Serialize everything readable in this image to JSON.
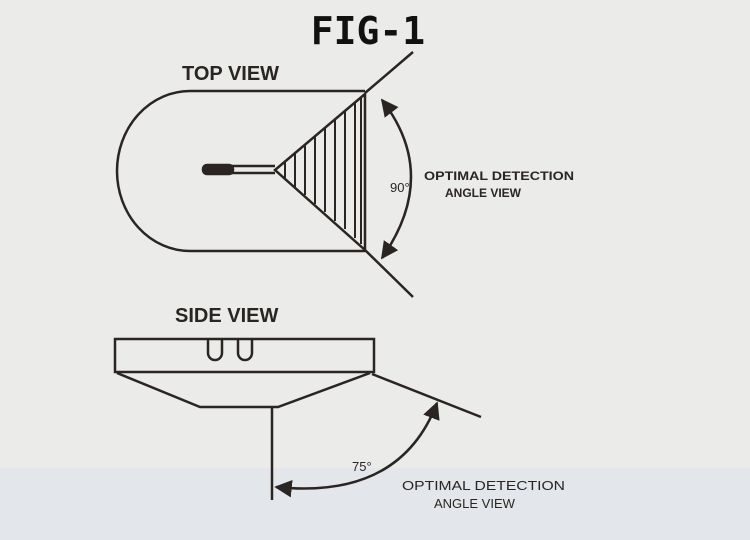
{
  "figure_title": "FIG-1",
  "top_view": {
    "label": "TOP VIEW",
    "angle_label": "90°",
    "caption_line1": "OPTIMAL DETECTION",
    "caption_line2": "ANGLE VIEW"
  },
  "side_view": {
    "label": "SIDE VIEW",
    "angle_label": "75°",
    "caption_line1": "OPTIMAL DETECTION",
    "caption_line2": "ANGLE VIEW"
  },
  "colors": {
    "ink": "#2a2522",
    "paper": "#ebebea"
  }
}
